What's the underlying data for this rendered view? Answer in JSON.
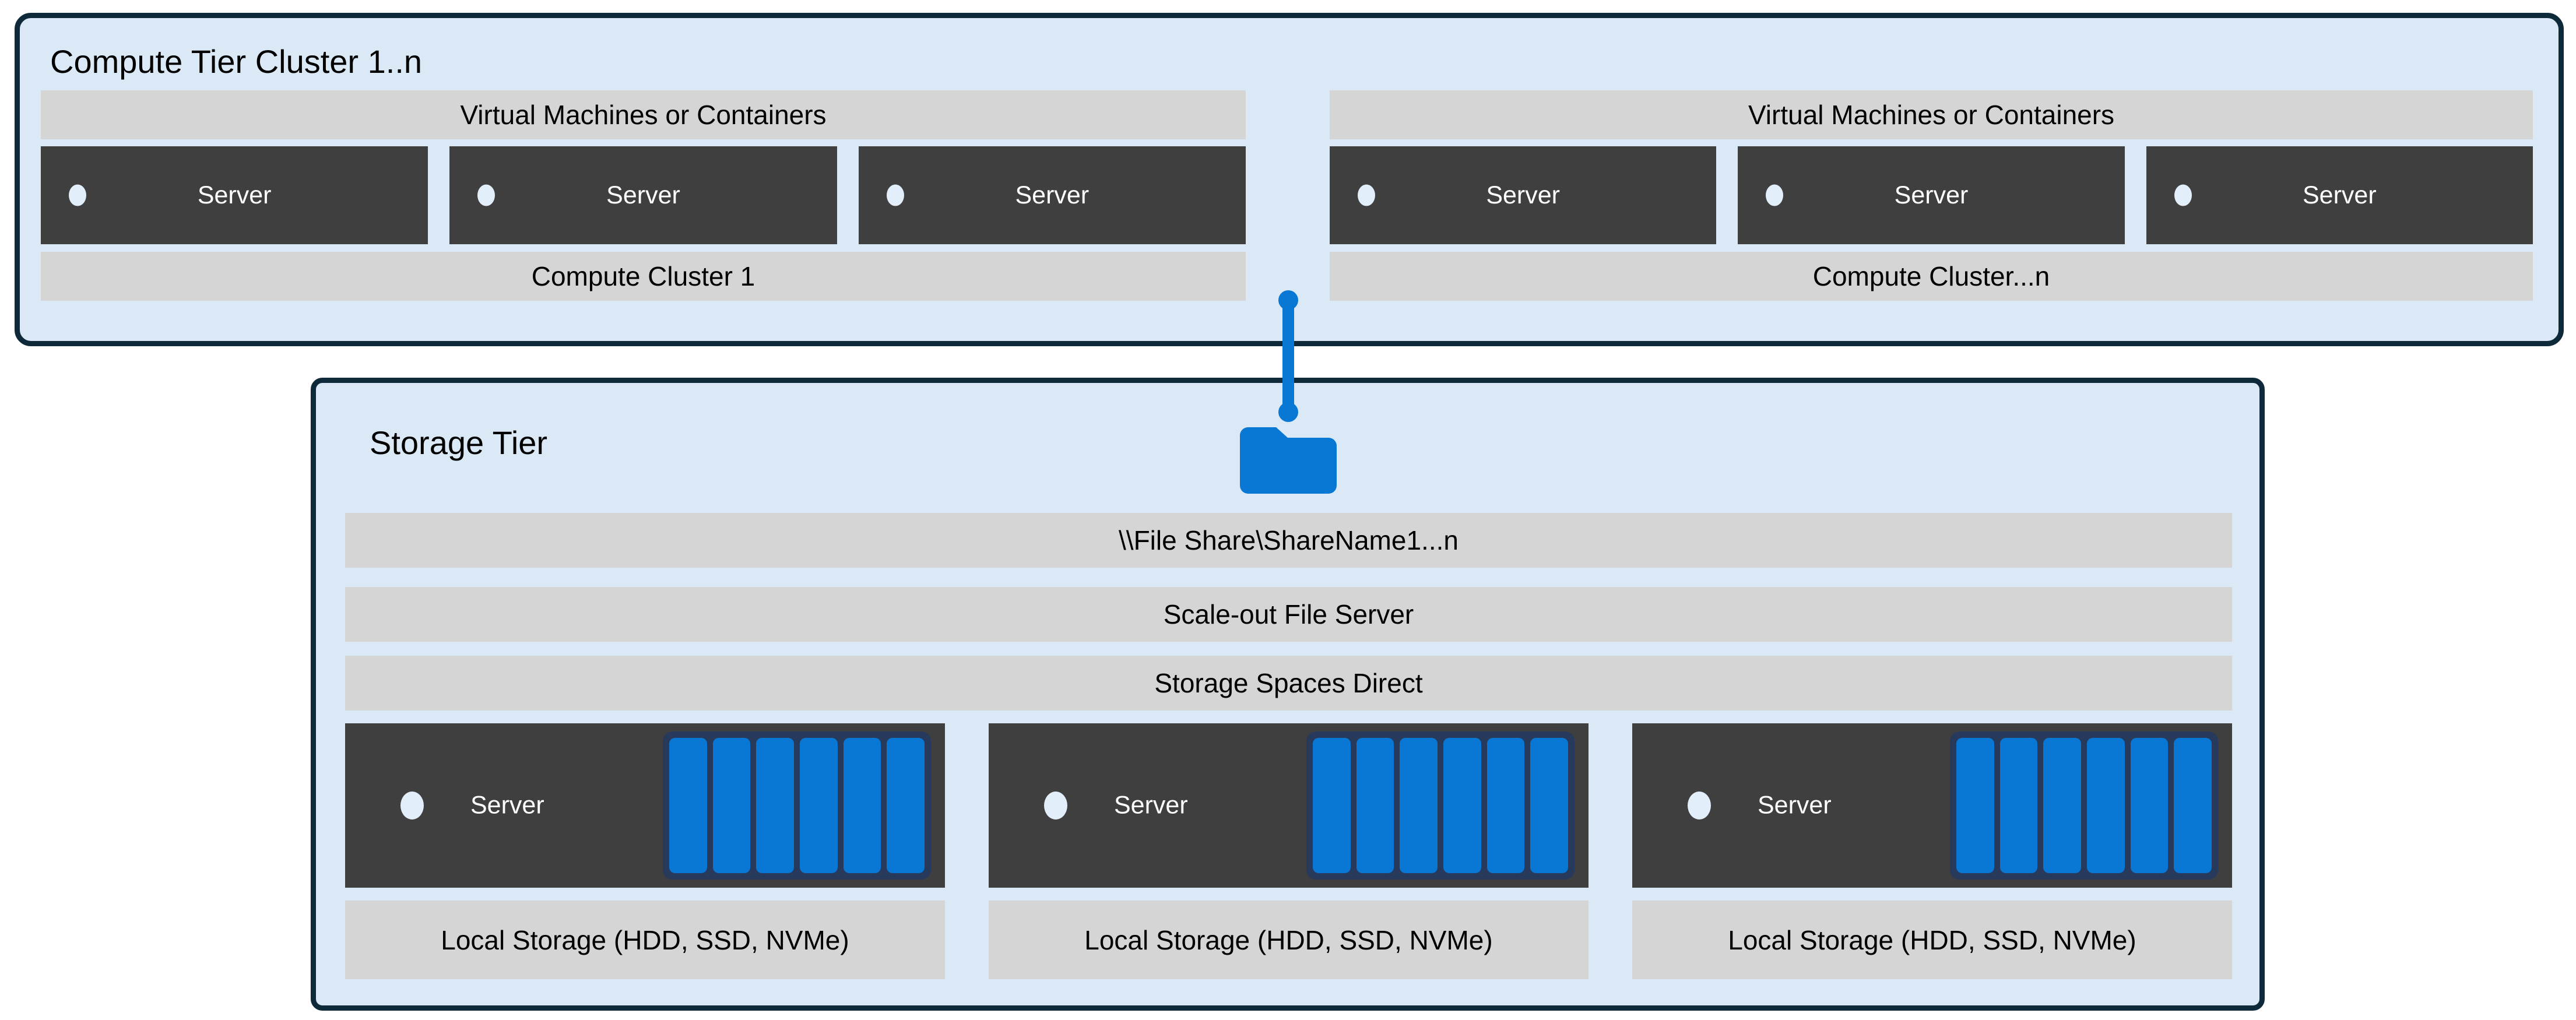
{
  "colors": {
    "tier_fill": "#dbe8f6",
    "tier_border": "#0e2a3a",
    "bar_fill": "#d5d5d5",
    "server_fill": "#3f3f3f",
    "accent_blue": "#0878d4",
    "disk_border": "#283a5c",
    "dot_fill": "#e3eefb",
    "server_text": "#ffffff",
    "label_text": "#000000"
  },
  "compute_tier": {
    "title": "Compute Tier Cluster 1..n",
    "clusters": [
      {
        "vm_label": "Virtual Machines or Containers",
        "servers": [
          "Server",
          "Server",
          "Server"
        ],
        "cluster_label": "Compute Cluster 1"
      },
      {
        "vm_label": "Virtual Machines or Containers",
        "servers": [
          "Server",
          "Server",
          "Server"
        ],
        "cluster_label": "Compute Cluster...n"
      }
    ]
  },
  "storage_tier": {
    "title": "Storage Tier",
    "folder_icon": "folder-icon",
    "layers": [
      "\\\\File Share\\ShareName1...n",
      "Scale-out File Server",
      "Storage Spaces Direct"
    ],
    "servers": [
      {
        "label": "Server",
        "disks": 6,
        "local_storage_label": "Local Storage (HDD, SSD, NVMe)"
      },
      {
        "label": "Server",
        "disks": 6,
        "local_storage_label": "Local Storage (HDD, SSD, NVMe)"
      },
      {
        "label": "Server",
        "disks": 6,
        "local_storage_label": "Local Storage (HDD, SSD, NVMe)"
      }
    ]
  }
}
